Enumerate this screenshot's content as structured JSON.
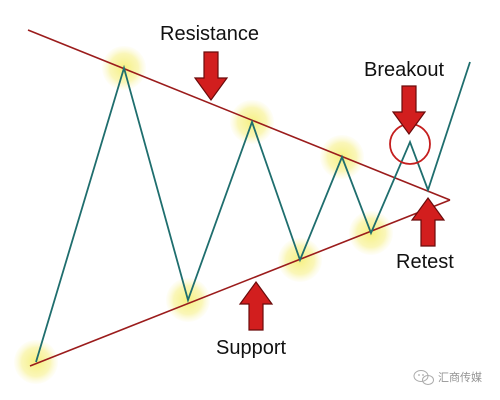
{
  "labels": {
    "resistance": "Resistance",
    "support": "Support",
    "breakout": "Breakout",
    "retest": "Retest"
  },
  "watermark": {
    "text": "汇商传媒",
    "icon": "wechat-icon"
  },
  "colors": {
    "trendline": "#9b1c1c",
    "price_line": "#1f6e6e",
    "highlight": "#f6f07a",
    "arrow_fill": "#d21e1e",
    "arrow_stroke": "#6a0b0b",
    "breakout_circle": "#c41e1e"
  }
}
